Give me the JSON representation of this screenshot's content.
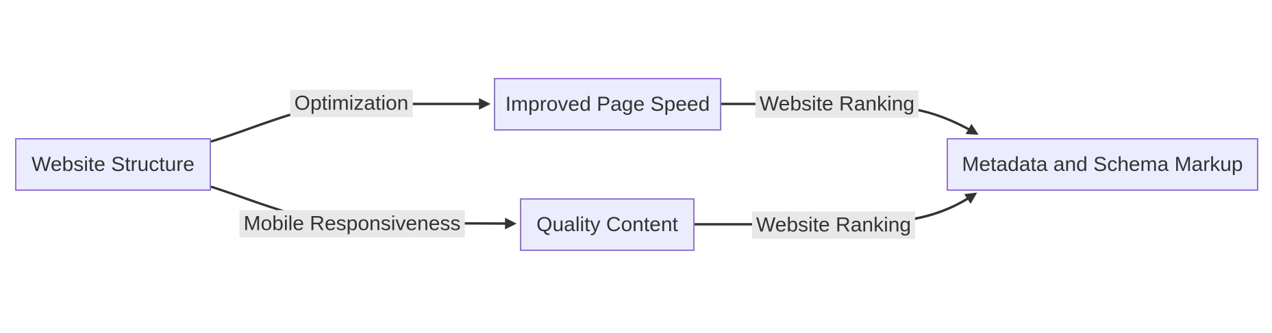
{
  "diagram": {
    "type": "flowchart",
    "direction": "left-to-right",
    "colors": {
      "node_fill": "#ECECFF",
      "node_border": "#9370DB",
      "text": "#333333",
      "edge_stroke": "#333333",
      "edge_label_background": "#e8e8e8",
      "background": "#ffffff"
    },
    "nodes": [
      {
        "id": "website-structure",
        "label": "Website Structure"
      },
      {
        "id": "improved-page-speed",
        "label": "Improved Page Speed"
      },
      {
        "id": "quality-content",
        "label": "Quality Content"
      },
      {
        "id": "metadata-schema-markup",
        "label": "Metadata and Schema Markup"
      }
    ],
    "edges": [
      {
        "from": "Website Structure",
        "to": "Improved Page Speed",
        "label": "Optimization"
      },
      {
        "from": "Improved Page Speed",
        "to": "Metadata and Schema Markup",
        "label": "Website Ranking"
      },
      {
        "from": "Website Structure",
        "to": "Quality Content",
        "label": "Mobile Responsiveness"
      },
      {
        "from": "Quality Content",
        "to": "Metadata and Schema Markup",
        "label": "Website Ranking"
      }
    ]
  }
}
